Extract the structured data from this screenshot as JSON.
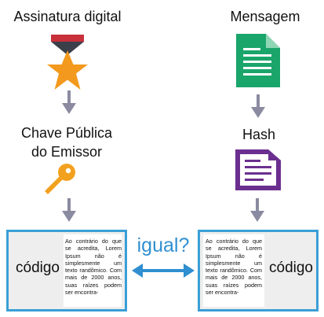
{
  "left": {
    "top_label": "Assinatura digital",
    "middle_label_line1": "Chave Pública",
    "middle_label_line2": "do Emissor"
  },
  "right": {
    "top_label": "Mensagem",
    "middle_label": "Hash"
  },
  "comparison": {
    "label": "igual?"
  },
  "box_left": {
    "code_label": "código",
    "text": "Ao contrário do que se acredita, Lorem Ipsum não é simplesmente um texto randômico. Com mais de 2000 anos, suas raízes podem ser encontra-"
  },
  "box_right": {
    "code_label": "código",
    "text": "Ao contrário do que se acredita, Lorem Ipsum não é simplesmente um texto randômico. Com mais de 2000 anos, suas raízes podem ser encontra-"
  },
  "colors": {
    "arrow_gray": "#8a8aa0",
    "box_border": "#3a9fd6",
    "accent_blue": "#2f8fd0",
    "star_orange": "#f39a1e",
    "medal_red": "#c8303a",
    "medal_dark": "#3b3f4a",
    "key_orange": "#f2a11f",
    "document_green": "#1aa56b",
    "hash_purple": "#6b2f8f"
  },
  "icons": {
    "signature": "medal-star-icon",
    "message": "document-icon",
    "public_key": "key-icon",
    "hash": "hash-document-icon",
    "compare": "double-arrow-icon"
  }
}
